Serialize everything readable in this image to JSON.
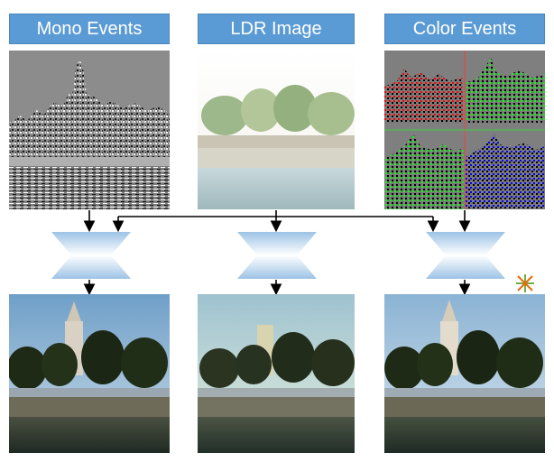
{
  "headers": {
    "mono": "Mono Events",
    "ldr": "LDR Image",
    "color": "Color Events"
  },
  "icons": {
    "network": "hourglass-network-icon",
    "marker": "asterisk-burst-icon"
  },
  "colors": {
    "header_fill": "#5b9bd5",
    "header_text": "#ffffff",
    "arrow": "#000000",
    "network_gradient_dark": "#9dc3e6",
    "network_gradient_light": "#ffffff",
    "marker_orange": "#e46c0a",
    "marker_green": "#70ad47",
    "event_red": "#ff0000",
    "event_green": "#00ff00",
    "event_blue": "#0000ff"
  }
}
